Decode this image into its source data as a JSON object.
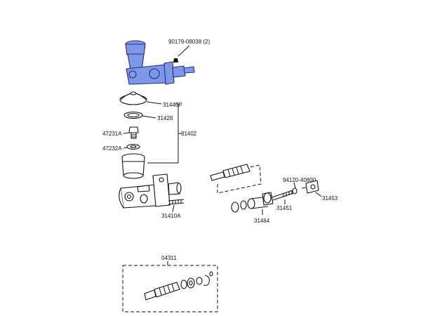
{
  "colors": {
    "highlight_fill": "#7f97e8",
    "highlight_stroke": "#20307a",
    "line": "#111111",
    "background": "#ffffff"
  },
  "labels": {
    "bolt_top": "90179-08038 (2)",
    "cap": "31440P",
    "gasket": "31428",
    "assembly": "31402",
    "union": "47231A",
    "washer": "47232A",
    "body_studs": "31410A",
    "pushrod_nut": "94120-40800",
    "clevis": "31453",
    "pushrod": "31451",
    "piston_kit": "31464",
    "repair_kit": "04311"
  }
}
